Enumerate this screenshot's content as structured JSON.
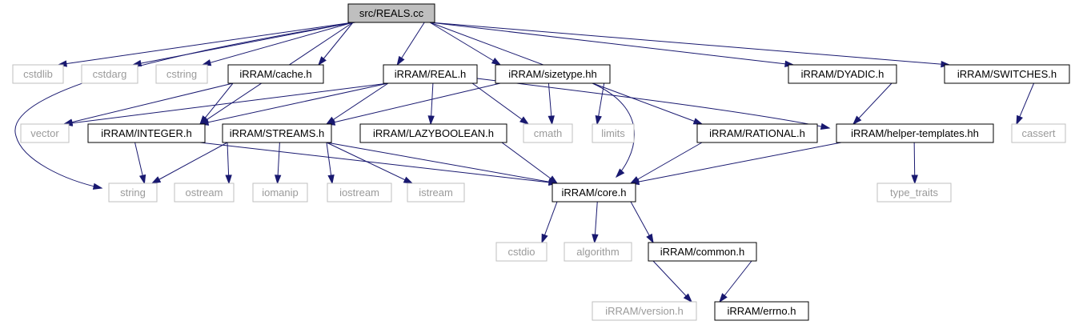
{
  "graph_title": "src/REALS.cc",
  "colors": {
    "edge": "#191970",
    "main_fill": "#bfbfbf",
    "system_border": "#bfbfbf",
    "system_text": "#9a9a9a"
  },
  "nodes": {
    "reals": "src/REALS.cc",
    "cstdlib": "cstdlib",
    "cstdarg": "cstdarg",
    "cstring": "cstring",
    "cache": "iRRAM/cache.h",
    "real": "iRRAM/REAL.h",
    "sizetype": "iRRAM/sizetype.hh",
    "dyadic": "iRRAM/DYADIC.h",
    "switches": "iRRAM/SWITCHES.h",
    "vector": "vector",
    "integer": "iRRAM/INTEGER.h",
    "streams": "iRRAM/STREAMS.h",
    "lazyboolean": "iRRAM/LAZYBOOLEAN.h",
    "cmath": "cmath",
    "limits": "limits",
    "rational": "iRRAM/RATIONAL.h",
    "helper": "iRRAM/helper-templates.hh",
    "cassert": "cassert",
    "string": "string",
    "ostream": "ostream",
    "iomanip": "iomanip",
    "iostream": "iostream",
    "istream": "istream",
    "core": "iRRAM/core.h",
    "type_traits": "type_traits",
    "cstdio": "cstdio",
    "algorithm": "algorithm",
    "common": "iRRAM/common.h",
    "version": "iRRAM/version.h",
    "errno": "iRRAM/errno.h"
  },
  "edges": [
    [
      "reals",
      "cstdlib"
    ],
    [
      "reals",
      "cstdarg"
    ],
    [
      "reals",
      "cstring"
    ],
    [
      "reals",
      "cache"
    ],
    [
      "reals",
      "real"
    ],
    [
      "reals",
      "sizetype"
    ],
    [
      "reals",
      "dyadic"
    ],
    [
      "reals",
      "switches"
    ],
    [
      "reals",
      "integer"
    ],
    [
      "reals",
      "rational"
    ],
    [
      "reals",
      "string"
    ],
    [
      "cache",
      "vector"
    ],
    [
      "cache",
      "integer"
    ],
    [
      "real",
      "vector"
    ],
    [
      "real",
      "integer"
    ],
    [
      "real",
      "streams"
    ],
    [
      "real",
      "lazyboolean"
    ],
    [
      "real",
      "cmath"
    ],
    [
      "real",
      "helper"
    ],
    [
      "sizetype",
      "streams"
    ],
    [
      "sizetype",
      "cmath"
    ],
    [
      "sizetype",
      "limits"
    ],
    [
      "sizetype",
      "core"
    ],
    [
      "dyadic",
      "helper"
    ],
    [
      "switches",
      "cassert"
    ],
    [
      "integer",
      "string"
    ],
    [
      "integer",
      "core"
    ],
    [
      "streams",
      "string"
    ],
    [
      "streams",
      "ostream"
    ],
    [
      "streams",
      "iomanip"
    ],
    [
      "streams",
      "iostream"
    ],
    [
      "streams",
      "istream"
    ],
    [
      "streams",
      "core"
    ],
    [
      "lazyboolean",
      "core"
    ],
    [
      "rational",
      "core"
    ],
    [
      "helper",
      "core"
    ],
    [
      "helper",
      "type_traits"
    ],
    [
      "core",
      "cstdio"
    ],
    [
      "core",
      "algorithm"
    ],
    [
      "core",
      "common"
    ],
    [
      "common",
      "version"
    ],
    [
      "common",
      "errno"
    ]
  ]
}
